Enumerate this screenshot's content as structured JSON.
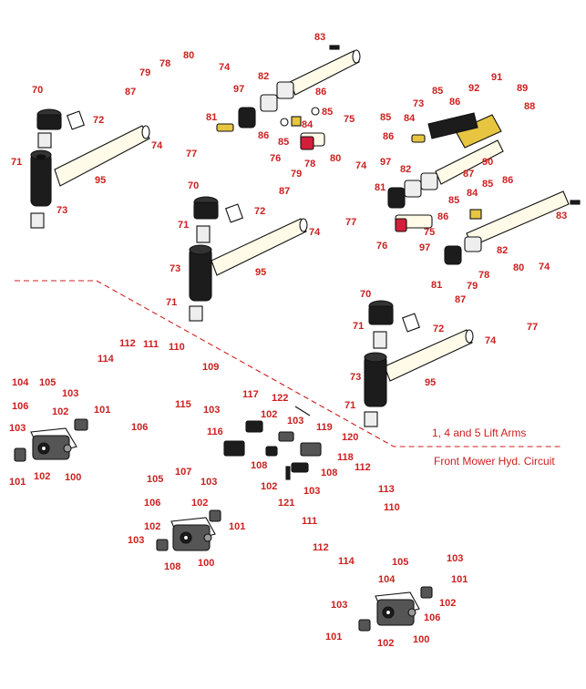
{
  "captions": {
    "lift_arms": "1, 4 and 5 Lift Arms",
    "front_mower": "Front Mower Hyd. Circuit"
  },
  "colors": {
    "callout": "#cc1f1f",
    "part_dark": "#1c1c1c",
    "part_light": "#eeeeee",
    "tube_fill": "#fffbe8",
    "accent_red": "#d41f3a",
    "accent_brass": "#e8c540"
  },
  "callouts": [
    {
      "id": "c0",
      "label": "83"
    },
    {
      "id": "c1",
      "label": "80"
    },
    {
      "id": "c2",
      "label": "78"
    },
    {
      "id": "c3",
      "label": "79"
    },
    {
      "id": "c4",
      "label": "74"
    },
    {
      "id": "c5",
      "label": "70"
    },
    {
      "id": "c6",
      "label": "72"
    },
    {
      "id": "c7",
      "label": "87"
    },
    {
      "id": "c8",
      "label": "82"
    },
    {
      "id": "c9",
      "label": "97"
    },
    {
      "id": "c10",
      "label": "86"
    },
    {
      "id": "c11",
      "label": "85"
    },
    {
      "id": "c12",
      "label": "84"
    },
    {
      "id": "c13",
      "label": "81"
    },
    {
      "id": "c14",
      "label": "74"
    },
    {
      "id": "c15",
      "label": "75"
    },
    {
      "id": "c16",
      "label": "71"
    },
    {
      "id": "c17",
      "label": "77"
    },
    {
      "id": "c18",
      "label": "86"
    },
    {
      "id": "c19",
      "label": "85"
    },
    {
      "id": "c20",
      "label": "76"
    },
    {
      "id": "c21",
      "label": "95"
    },
    {
      "id": "c22",
      "label": "73"
    },
    {
      "id": "c23",
      "label": "91"
    },
    {
      "id": "c24",
      "label": "89"
    },
    {
      "id": "c25",
      "label": "73"
    },
    {
      "id": "c26",
      "label": "85"
    },
    {
      "id": "c27",
      "label": "86"
    },
    {
      "id": "c28",
      "label": "92"
    },
    {
      "id": "c29",
      "label": "88"
    },
    {
      "id": "c30",
      "label": "85"
    },
    {
      "id": "c31",
      "label": "84"
    },
    {
      "id": "c32",
      "label": "86"
    },
    {
      "id": "c33",
      "label": "90"
    },
    {
      "id": "c34",
      "label": "97"
    },
    {
      "id": "c35",
      "label": "82"
    },
    {
      "id": "c36",
      "label": "87"
    },
    {
      "id": "c37",
      "label": "80"
    },
    {
      "id": "c38",
      "label": "78"
    },
    {
      "id": "c39",
      "label": "79"
    },
    {
      "id": "c40",
      "label": "74"
    },
    {
      "id": "c41",
      "label": "70"
    },
    {
      "id": "c42",
      "label": "72"
    },
    {
      "id": "c43",
      "label": "87"
    },
    {
      "id": "c44",
      "label": "77"
    },
    {
      "id": "c45",
      "label": "71"
    },
    {
      "id": "c46",
      "label": "74"
    },
    {
      "id": "c47",
      "label": "81"
    },
    {
      "id": "c48",
      "label": "86"
    },
    {
      "id": "c49",
      "label": "85"
    },
    {
      "id": "c50",
      "label": "84"
    },
    {
      "id": "c51",
      "label": "85"
    },
    {
      "id": "c52",
      "label": "86"
    },
    {
      "id": "c53",
      "label": "83"
    },
    {
      "id": "c54",
      "label": "95"
    },
    {
      "id": "c55",
      "label": "73"
    },
    {
      "id": "c56",
      "label": "75"
    },
    {
      "id": "c57",
      "label": "76"
    },
    {
      "id": "c58",
      "label": "97"
    },
    {
      "id": "c59",
      "label": "82"
    },
    {
      "id": "c60",
      "label": "81"
    },
    {
      "id": "c61",
      "label": "78"
    },
    {
      "id": "c62",
      "label": "80"
    },
    {
      "id": "c63",
      "label": "74"
    },
    {
      "id": "c64",
      "label": "79"
    },
    {
      "id": "c65",
      "label": "87"
    },
    {
      "id": "c66",
      "label": "71"
    },
    {
      "id": "c67",
      "label": "70"
    },
    {
      "id": "c68",
      "label": "72"
    },
    {
      "id": "c69",
      "label": "71"
    },
    {
      "id": "c70",
      "label": "77"
    },
    {
      "id": "c71",
      "label": "74"
    },
    {
      "id": "c72",
      "label": "95"
    },
    {
      "id": "c73",
      "label": "73"
    },
    {
      "id": "c74",
      "label": "71"
    },
    {
      "id": "c75",
      "label": "112"
    },
    {
      "id": "c76",
      "label": "111"
    },
    {
      "id": "c77",
      "label": "110"
    },
    {
      "id": "c78",
      "label": "114"
    },
    {
      "id": "c79",
      "label": "109"
    },
    {
      "id": "c80",
      "label": "104"
    },
    {
      "id": "c81",
      "label": "105"
    },
    {
      "id": "c82",
      "label": "103"
    },
    {
      "id": "c83",
      "label": "115"
    },
    {
      "id": "c84",
      "label": "103"
    },
    {
      "id": "c85",
      "label": "106"
    },
    {
      "id": "c86",
      "label": "102"
    },
    {
      "id": "c87",
      "label": "101"
    },
    {
      "id": "c88",
      "label": "106"
    },
    {
      "id": "c89",
      "label": "117"
    },
    {
      "id": "c90",
      "label": "122"
    },
    {
      "id": "c91",
      "label": "103"
    },
    {
      "id": "c92",
      "label": "102"
    },
    {
      "id": "c93",
      "label": "103"
    },
    {
      "id": "c94",
      "label": "119"
    },
    {
      "id": "c95",
      "label": "116"
    },
    {
      "id": "c96",
      "label": "120"
    },
    {
      "id": "c97",
      "label": "118"
    },
    {
      "id": "c98",
      "label": "101"
    },
    {
      "id": "c99",
      "label": "102"
    },
    {
      "id": "c100",
      "label": "100"
    },
    {
      "id": "c101",
      "label": "108"
    },
    {
      "id": "c102",
      "label": "108"
    },
    {
      "id": "c103",
      "label": "112"
    },
    {
      "id": "c104",
      "label": "105"
    },
    {
      "id": "c105",
      "label": "107"
    },
    {
      "id": "c106",
      "label": "103"
    },
    {
      "id": "c107",
      "label": "102"
    },
    {
      "id": "c108",
      "label": "121"
    },
    {
      "id": "c109",
      "label": "113"
    },
    {
      "id": "c110",
      "label": "103"
    },
    {
      "id": "c111",
      "label": "106"
    },
    {
      "id": "c112",
      "label": "102"
    },
    {
      "id": "c113",
      "label": "110"
    },
    {
      "id": "c114",
      "label": "101"
    },
    {
      "id": "c115",
      "label": "111"
    },
    {
      "id": "c116",
      "label": "102"
    },
    {
      "id": "c117",
      "label": "112"
    },
    {
      "id": "c118",
      "label": "103"
    },
    {
      "id": "c119",
      "label": "108"
    },
    {
      "id": "c120",
      "label": "100"
    },
    {
      "id": "c121",
      "label": "114"
    },
    {
      "id": "c122",
      "label": "105"
    },
    {
      "id": "c123",
      "label": "103"
    },
    {
      "id": "c124",
      "label": "104"
    },
    {
      "id": "c125",
      "label": "101"
    },
    {
      "id": "c126",
      "label": "102"
    },
    {
      "id": "c127",
      "label": "103"
    },
    {
      "id": "c128",
      "label": "106"
    },
    {
      "id": "c129",
      "label": "101"
    },
    {
      "id": "c130",
      "label": "102"
    },
    {
      "id": "c131",
      "label": "100"
    }
  ]
}
